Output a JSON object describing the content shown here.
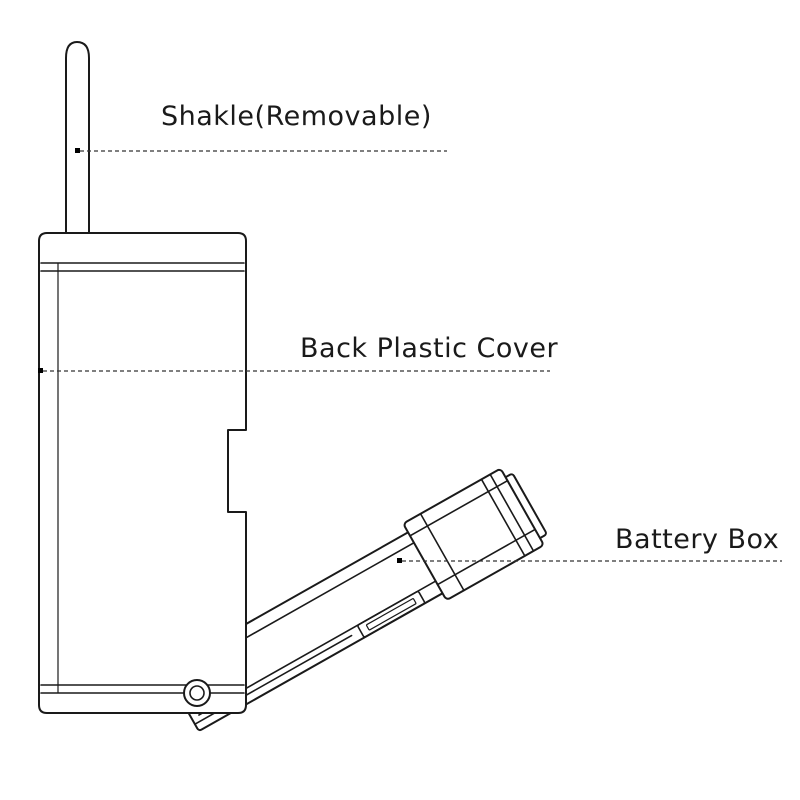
{
  "callouts": {
    "shackle": {
      "label": "Shakle(Removable)"
    },
    "back_cover": {
      "label": "Back Plastic Cover"
    },
    "battery_box": {
      "label": "Battery Box"
    }
  },
  "colors": {
    "line": "#1a1a1a",
    "leader": "#333333",
    "background": "#ffffff"
  }
}
